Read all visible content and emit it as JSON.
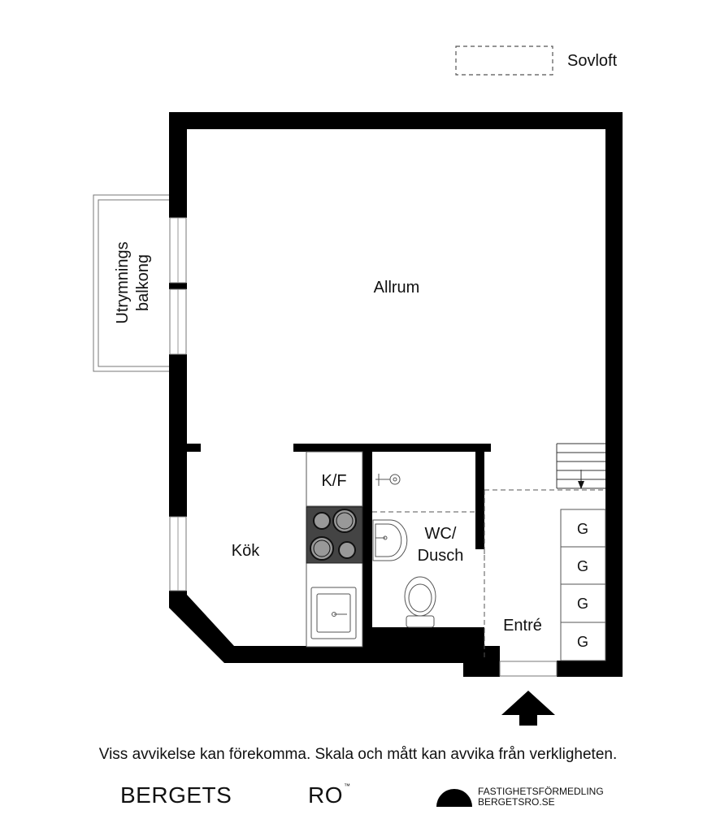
{
  "legend": {
    "label": "Sovloft"
  },
  "rooms": {
    "allrum": "Allrum",
    "balkong_line1": "Utrymnings",
    "balkong_line2": "balkong",
    "kok": "Kök",
    "kf": "K/F",
    "wc_line1": "WC/",
    "wc_line2": "Dusch",
    "entre": "Entré",
    "garderob": [
      "G",
      "G",
      "G",
      "G"
    ]
  },
  "footer": {
    "disclaimer": "Viss avvikelse kan förekomma. Skala och mått kan avvika från verkligheten.",
    "brand_left": "BERGETS",
    "brand_right": "RO",
    "brand_tm": "™",
    "firm_line1": "FASTIGHETSFÖRMEDLING",
    "firm_line2": "BERGETSRO.SE"
  }
}
